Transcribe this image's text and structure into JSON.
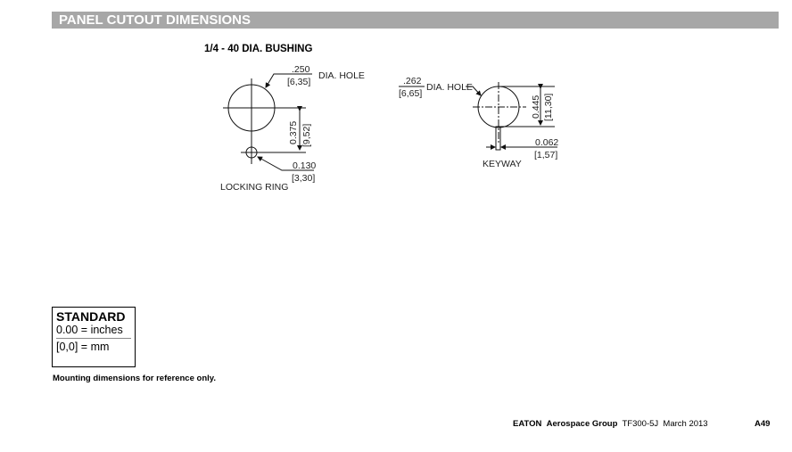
{
  "header": {
    "title": "PANEL CUTOUT DIMENSIONS"
  },
  "diagram": {
    "subtitle": "1/4 - 40 DIA. BUSHING",
    "left": {
      "hole_in": ".250",
      "hole_mm": "[6,35]",
      "hole_label": "DIA. HOLE",
      "spacing_in": "0.375",
      "spacing_mm": "[9,52]",
      "ring_in": "0.130",
      "ring_mm": "[3,30]",
      "ring_label": "LOCKING RING"
    },
    "right": {
      "hole_in": ".262",
      "hole_mm": "[6,65]",
      "hole_label": "DIA. HOLE",
      "height_in": "0.445",
      "height_mm": "[11,30]",
      "key_in": "0.062",
      "key_mm": "[1,57]",
      "key_label": "KEYWAY"
    }
  },
  "standard": {
    "title": "STANDARD",
    "inches": "0.00 = inches",
    "mm": "[0,0] = mm"
  },
  "note": "Mounting dimensions for reference only.",
  "footer": {
    "company": "EATON",
    "group": "Aerospace Group",
    "doc": "TF300-5J",
    "date": "March 2013",
    "page": "A49"
  }
}
